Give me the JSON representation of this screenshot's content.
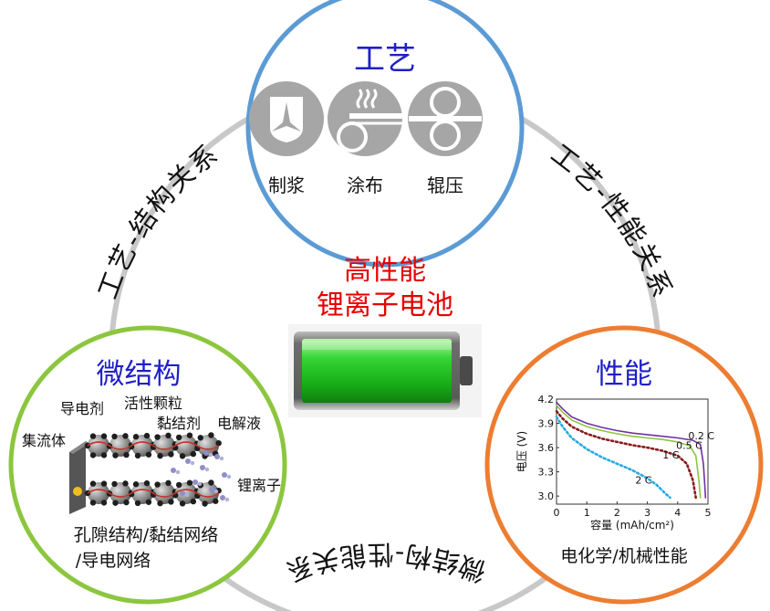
{
  "colors": {
    "ring": "#c8c8c8",
    "process_circle": "#5b9bd5",
    "structure_circle": "#8cc63f",
    "performance_circle": "#ed7d31",
    "heading_blue": "#1f1fc8",
    "center_red": "#e60000",
    "icon_gray": "#a6a6a6",
    "battery_green": "#22c422"
  },
  "arcs": {
    "left": "工艺-结构关系",
    "right": "工艺-性能关系",
    "bottom": "微结构-性能关系"
  },
  "process": {
    "title": "工艺",
    "steps": [
      {
        "label": "制浆",
        "icon": "mixing-icon"
      },
      {
        "label": "涂布",
        "icon": "coating-icon"
      },
      {
        "label": "辊压",
        "icon": "calendering-icon"
      }
    ]
  },
  "center": {
    "line1": "高性能",
    "line2": "锂离子电池"
  },
  "structure": {
    "title": "微结构",
    "labels": {
      "conductive_agent": "导电剂",
      "active_particle": "活性颗粒",
      "binder": "黏结剂",
      "electrolyte": "电解液",
      "current_collector": "集流体",
      "lithium_ion": "锂离子"
    },
    "caption_line1": "孔隙结构/黏结网络",
    "caption_line2": "/导电网络"
  },
  "performance": {
    "title": "性能",
    "caption": "电化学/机械性能"
  },
  "chart_data": {
    "type": "line",
    "xlabel": "容量 (mAh/cm²)",
    "ylabel": "电压 (V)",
    "xlim": [
      0,
      5
    ],
    "ylim": [
      2.9,
      4.2
    ],
    "xticks": [
      "0",
      "1",
      "2",
      "3",
      "4",
      "5"
    ],
    "yticks": [
      "4.2",
      "3.9",
      "3.6",
      "3.3",
      "3.0"
    ],
    "annotations": [
      "0.2 C",
      "0.5 C",
      "1 C",
      "2 C"
    ],
    "series": [
      {
        "name": "0.2 C",
        "color": "#7030a0",
        "x": [
          0,
          0.2,
          0.5,
          1.0,
          1.5,
          2.0,
          2.5,
          3.0,
          3.5,
          4.0,
          4.5,
          4.75,
          4.85,
          4.9,
          4.92
        ],
        "y": [
          4.16,
          4.08,
          3.98,
          3.9,
          3.85,
          3.81,
          3.78,
          3.76,
          3.74,
          3.72,
          3.69,
          3.64,
          3.4,
          3.1,
          2.98
        ]
      },
      {
        "name": "0.5 C",
        "color": "#8cc63f",
        "x": [
          0,
          0.2,
          0.5,
          1.0,
          1.5,
          2.0,
          2.5,
          3.0,
          3.5,
          4.0,
          4.4,
          4.6,
          4.7,
          4.75
        ],
        "y": [
          4.12,
          4.04,
          3.94,
          3.86,
          3.81,
          3.77,
          3.74,
          3.72,
          3.7,
          3.67,
          3.62,
          3.5,
          3.2,
          2.98
        ]
      },
      {
        "name": "1 C",
        "color": "#8b1a1a",
        "x": [
          0,
          0.2,
          0.5,
          1.0,
          1.5,
          2.0,
          2.5,
          3.0,
          3.5,
          4.0,
          4.3,
          4.5,
          4.6
        ],
        "y": [
          4.05,
          3.96,
          3.86,
          3.77,
          3.71,
          3.67,
          3.63,
          3.6,
          3.56,
          3.5,
          3.4,
          3.2,
          2.98
        ]
      },
      {
        "name": "2 C",
        "color": "#29a9e0",
        "x": [
          0,
          0.2,
          0.5,
          1.0,
          1.5,
          2.0,
          2.5,
          3.0,
          3.3,
          3.6,
          3.75
        ],
        "y": [
          3.98,
          3.86,
          3.72,
          3.58,
          3.48,
          3.4,
          3.32,
          3.22,
          3.14,
          3.03,
          2.98
        ]
      }
    ]
  }
}
